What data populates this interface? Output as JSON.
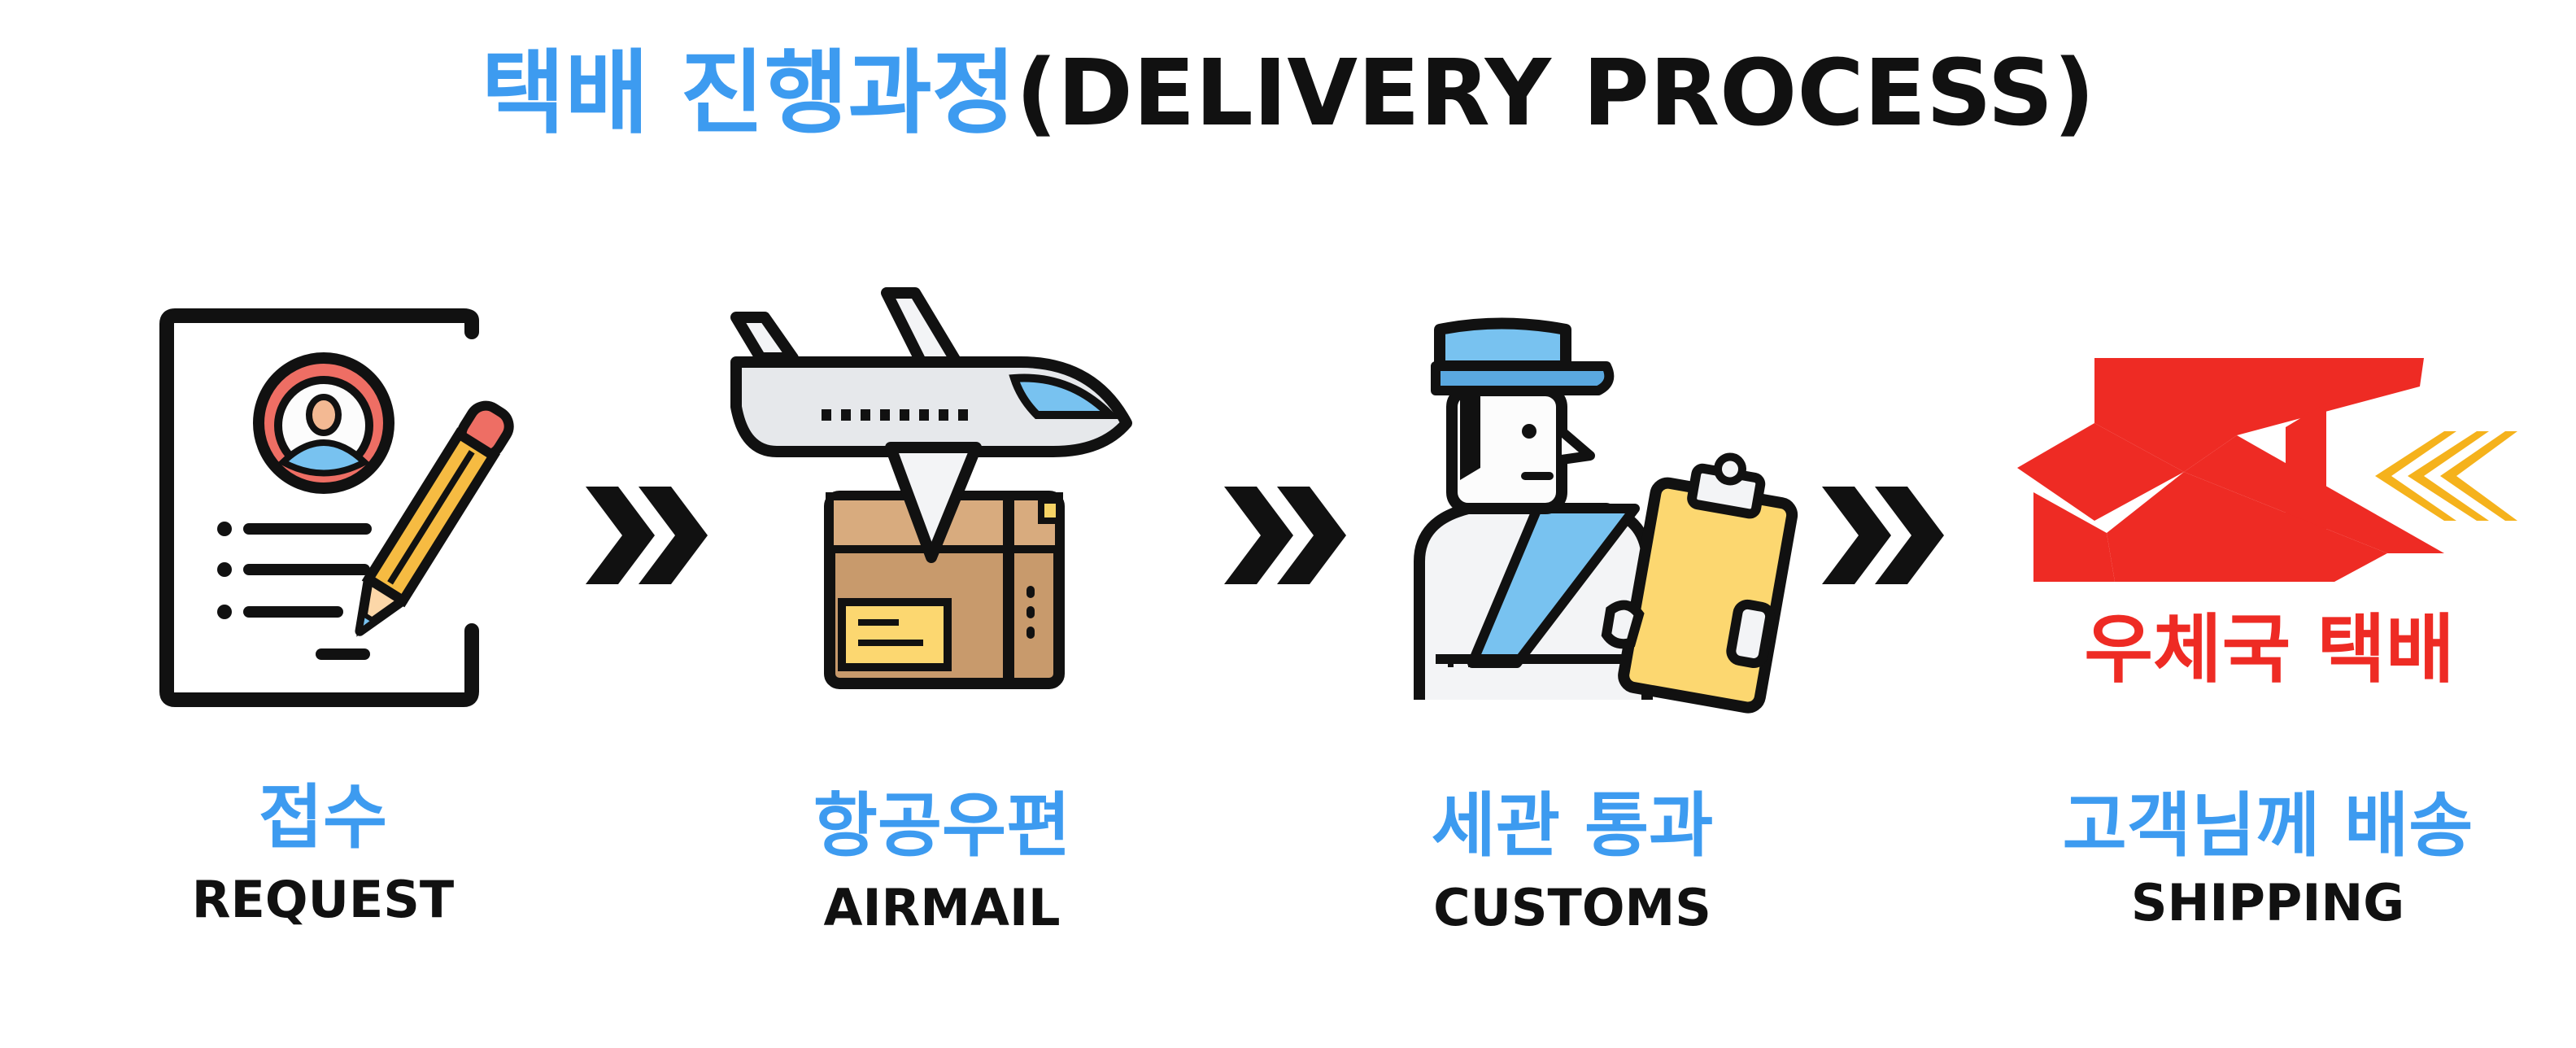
{
  "title": {
    "korean": "택배 진행과정",
    "english": "(DELIVERY PROCESS)"
  },
  "steps": [
    {
      "icon": "request-form-icon",
      "label_ko": "접수",
      "label_en": "REQUEST"
    },
    {
      "icon": "airplane-package-icon",
      "label_ko": "항공우편",
      "label_en": "AIRMAIL"
    },
    {
      "icon": "customs-officer-icon",
      "label_ko": "세관 통과",
      "label_en": "CUSTOMS"
    },
    {
      "icon": "korea-post-logo",
      "label_ko": "고객님께 배송",
      "label_en": "SHIPPING"
    }
  ],
  "logo": {
    "text": "우체국 택배"
  },
  "arrows": [
    "double-chevron-right-icon",
    "double-chevron-right-icon",
    "double-chevron-right-icon"
  ],
  "colors": {
    "accent_blue": "#3d9bf0",
    "text_dark": "#111111",
    "post_red": "#ee2b24",
    "post_yellow": "#f5b21c",
    "pencil_yellow": "#f6bb42",
    "box_brown": "#c89a6c",
    "clipboard_yellow": "#fcd770"
  }
}
